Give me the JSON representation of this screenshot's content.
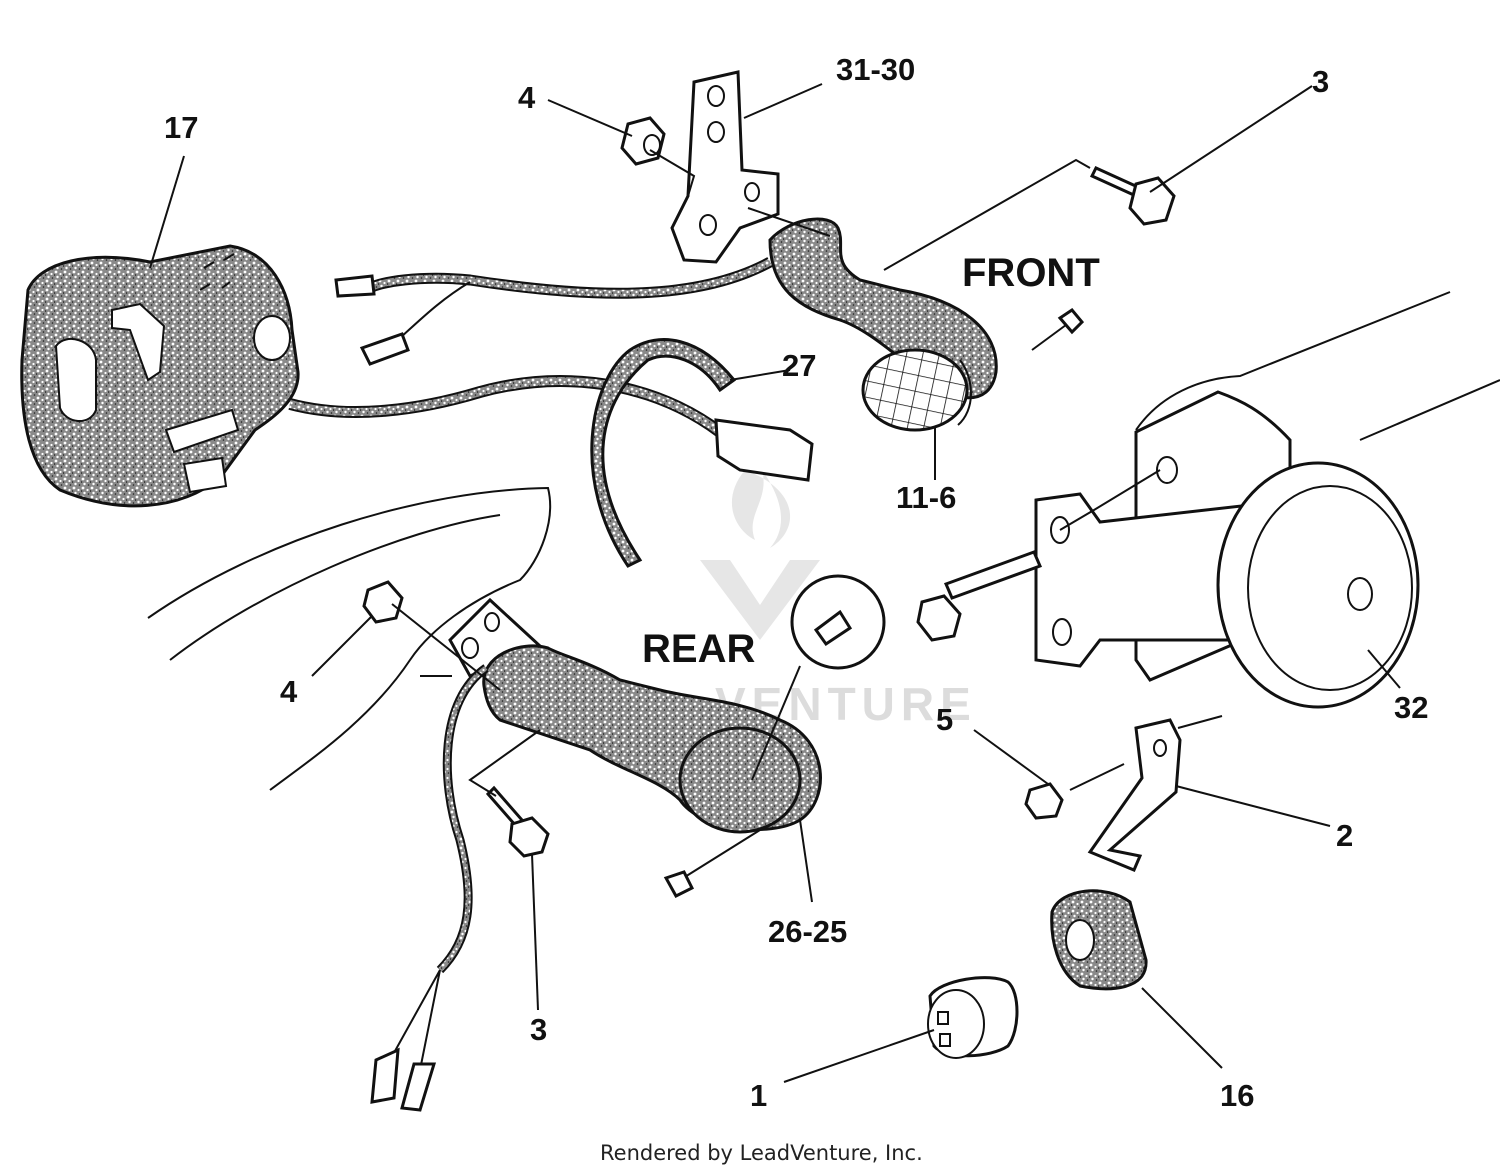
{
  "diagram": {
    "labels": {
      "p17": "17",
      "p4_top": "4",
      "p31_30": "31-30",
      "p3_top": "3",
      "p27": "27",
      "p11_6": "11-6",
      "p32": "32",
      "p4_left": "4",
      "p5": "5",
      "p2": "2",
      "p3_bottom": "3",
      "p26_25": "26-25",
      "p16": "16",
      "p1": "1"
    },
    "section_labels": {
      "front": "FRONT",
      "rear": "REAR"
    },
    "footer": "Rendered by LeadVenture, Inc.",
    "watermark": "VENTURE"
  }
}
